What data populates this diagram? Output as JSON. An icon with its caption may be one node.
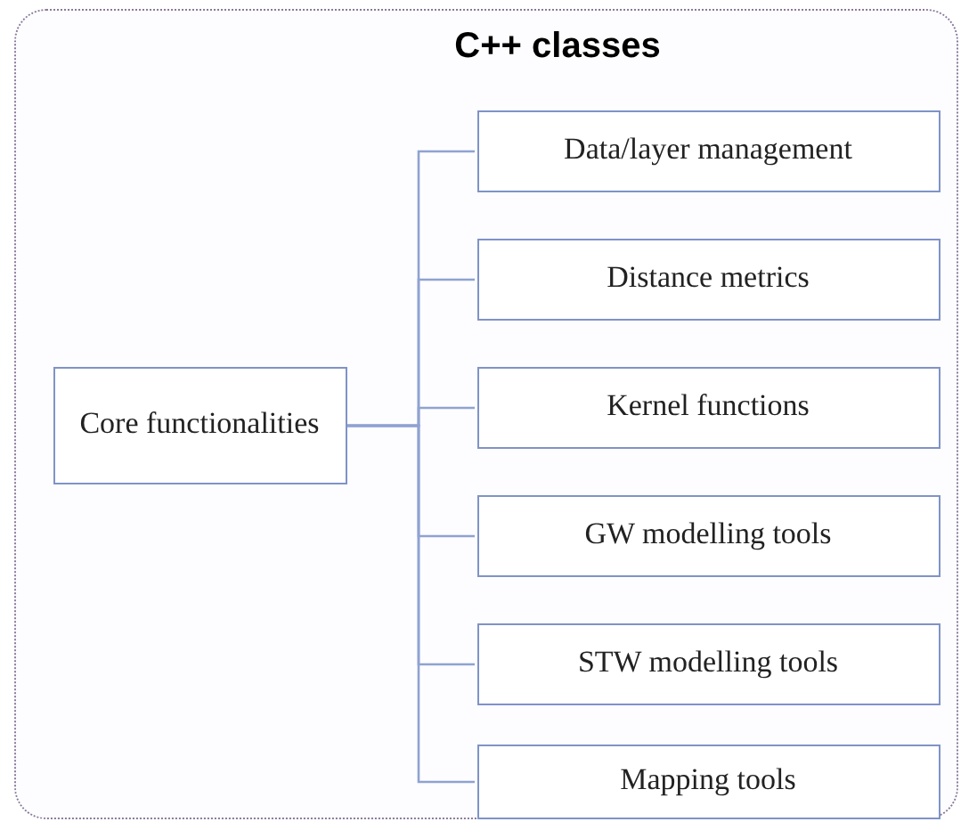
{
  "diagram": {
    "nodes": [
      {
        "text": [
          "C++ classes"
        ]
      },
      {
        "text": [
          "Core functionalities"
        ],
        "in": 0
      },
      {
        "text": [
          "Data/layer management"
        ],
        "in": 0
      },
      {
        "text": [
          "Distance metrics"
        ],
        "in": 0
      },
      {
        "text": [
          "Kernel functions"
        ],
        "in": 0
      },
      {
        "text": [
          "GW modelling tools"
        ],
        "in": 0
      },
      {
        "text": [
          "STW modelling tools"
        ],
        "in": 0
      },
      {
        "text": [
          "Mapping tools"
        ],
        "in": 0
      }
    ],
    "edges": [
      {
        "from": 1,
        "to": 2,
        "arrow": "none"
      },
      {
        "from": 1,
        "to": 3,
        "arrow": "none"
      },
      {
        "from": 1,
        "to": 4,
        "arrow": "none"
      },
      {
        "from": 1,
        "to": 5,
        "arrow": "none"
      },
      {
        "from": 1,
        "to": 6,
        "arrow": "none"
      },
      {
        "from": 1,
        "to": 7,
        "arrow": "none"
      }
    ]
  }
}
